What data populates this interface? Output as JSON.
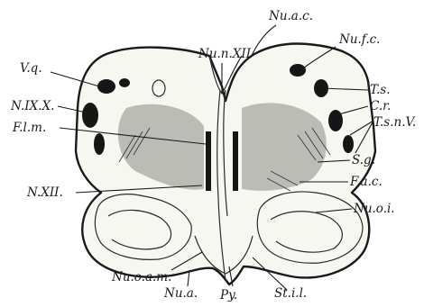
{
  "figure": {
    "labels": {
      "nu_ac": "Nu.a.c.",
      "nu_fc": "Nu.f.c.",
      "nu_n_xii_top": "Nu.n.XII",
      "vq": "V.q.",
      "n_ix_x": "N.IX.X.",
      "flm": "F.l.m.",
      "ts": "T.s.",
      "cr": "C.r.",
      "tsnv": "T.s.n.V.",
      "sg": "S.g.",
      "fac": "F.a.c.",
      "n_xii": "N.XII.",
      "nuoi": "Nu.o.i.",
      "nuoam": "Nu.o.a.m.",
      "nua": "Nu.a.",
      "py": "Py.",
      "stil": "St.i.l."
    }
  }
}
